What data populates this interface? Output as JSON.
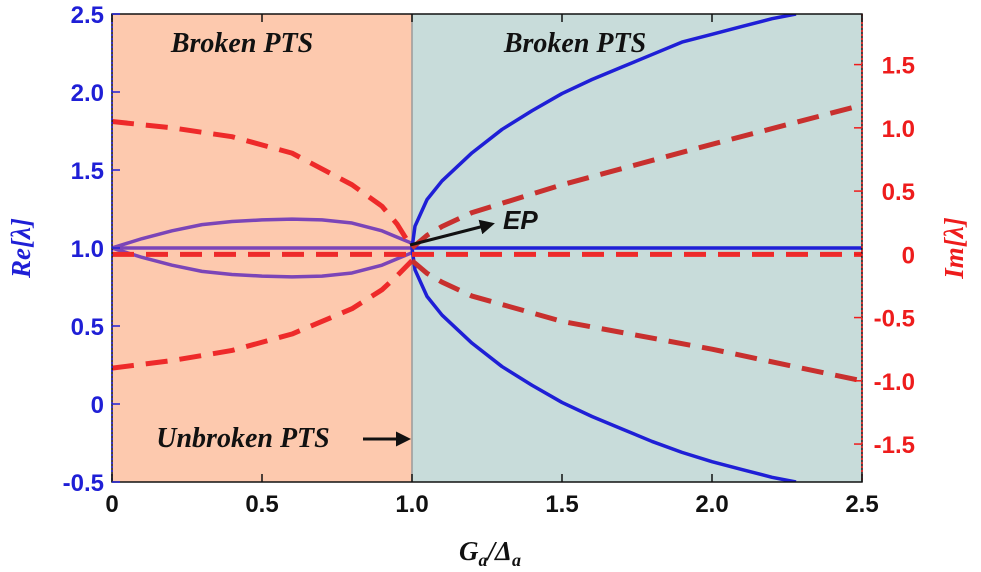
{
  "chart_data": {
    "type": "line",
    "x_label_main": "G",
    "x_label_sub1": "a",
    "x_label_slash": "/Δ",
    "x_label_sub2": "a",
    "y_left_label": "Re[λ]",
    "y_right_label": "Im[λ]",
    "xlim": [
      0,
      2.5
    ],
    "y_left_lim": [
      -0.5,
      2.5
    ],
    "y_right_lim": [
      -1.8,
      1.9
    ],
    "x_ticks": [
      "0",
      "0.5",
      "1.0",
      "1.5",
      "2.0",
      "2.5"
    ],
    "y_left_ticks": [
      "-0.5",
      "0",
      "0.5",
      "1.0",
      "1.5",
      "2.0",
      "2.5"
    ],
    "y_right_ticks": [
      "-1.5",
      "-1.0",
      "-0.5",
      "0",
      "0.5",
      "1.0",
      "1.5"
    ],
    "regions": [
      {
        "x_from": 0,
        "x_to": 1.0,
        "color": "#fdc9ae"
      },
      {
        "x_from": 1.0,
        "x_to": 2.5,
        "color": "#c8dcda"
      }
    ],
    "annotations": {
      "left_region_title": "Broken PTS",
      "right_region_title": "Broken PTS",
      "unbroken": "Unbroken PTS",
      "ep": "EP"
    },
    "series": [
      {
        "id": "re_upper_purple",
        "axis": "left",
        "style": "solid",
        "color": "#7b45b8",
        "x": [
          0,
          0.1,
          0.2,
          0.3,
          0.4,
          0.5,
          0.6,
          0.7,
          0.8,
          0.9,
          0.95,
          1.0
        ],
        "y": [
          1.0,
          1.06,
          1.11,
          1.15,
          1.17,
          1.18,
          1.185,
          1.18,
          1.16,
          1.11,
          1.07,
          1.03
        ]
      },
      {
        "id": "re_lower_purple",
        "axis": "left",
        "style": "solid",
        "color": "#7b45b8",
        "x": [
          0,
          0.1,
          0.2,
          0.3,
          0.4,
          0.5,
          0.6,
          0.7,
          0.8,
          0.9,
          0.95,
          1.0
        ],
        "y": [
          1.0,
          0.94,
          0.89,
          0.85,
          0.83,
          0.82,
          0.815,
          0.82,
          0.84,
          0.89,
          0.93,
          0.97
        ]
      },
      {
        "id": "re_center_left",
        "axis": "left",
        "style": "solid",
        "color": "#7b45b8",
        "x": [
          0,
          1.0
        ],
        "y": [
          1.0,
          1.0
        ]
      },
      {
        "id": "re_upper_blue",
        "axis": "left",
        "style": "solid",
        "color": "#1f1fd6",
        "x": [
          1.0,
          1.01,
          1.05,
          1.1,
          1.2,
          1.3,
          1.4,
          1.5,
          1.6,
          1.7,
          1.8,
          1.9,
          2.0,
          2.1,
          2.2,
          2.28
        ],
        "y": [
          1.0,
          1.14,
          1.31,
          1.43,
          1.61,
          1.76,
          1.88,
          1.99,
          2.08,
          2.16,
          2.24,
          2.32,
          2.37,
          2.42,
          2.47,
          2.5
        ]
      },
      {
        "id": "re_lower_blue",
        "axis": "left",
        "style": "solid",
        "color": "#1f1fd6",
        "x": [
          1.0,
          1.01,
          1.05,
          1.1,
          1.2,
          1.3,
          1.4,
          1.5,
          1.6,
          1.7,
          1.8,
          1.9,
          2.0,
          2.1,
          2.2,
          2.28
        ],
        "y": [
          1.0,
          0.86,
          0.69,
          0.57,
          0.39,
          0.24,
          0.12,
          0.01,
          -0.08,
          -0.16,
          -0.24,
          -0.31,
          -0.37,
          -0.42,
          -0.47,
          -0.5
        ]
      },
      {
        "id": "re_center_right",
        "axis": "left",
        "style": "solid",
        "color": "#1f1fd6",
        "x": [
          1.0,
          2.5
        ],
        "y": [
          1.0,
          1.0
        ]
      },
      {
        "id": "im_upper_left",
        "axis": "right",
        "style": "dashed",
        "color": "#ee2a2a",
        "x": [
          0,
          0.2,
          0.4,
          0.6,
          0.8,
          0.9,
          0.95,
          1.0
        ],
        "y": [
          1.05,
          1.0,
          0.93,
          0.8,
          0.55,
          0.38,
          0.24,
          0.05
        ]
      },
      {
        "id": "im_lower_left",
        "axis": "right",
        "style": "dashed",
        "color": "#ee2a2a",
        "x": [
          0,
          0.2,
          0.4,
          0.6,
          0.8,
          0.9,
          0.95,
          1.0
        ],
        "y": [
          -0.9,
          -0.84,
          -0.76,
          -0.63,
          -0.43,
          -0.28,
          -0.17,
          -0.05
        ]
      },
      {
        "id": "im_zero_left",
        "axis": "right",
        "style": "dashed",
        "color": "#ee2a2a",
        "x": [
          0,
          1.0
        ],
        "y": [
          0,
          0
        ]
      },
      {
        "id": "im_upper_right",
        "axis": "right",
        "style": "dashed",
        "color": "#c8302e",
        "x": [
          1.0,
          1.05,
          1.1,
          1.2,
          1.5,
          2.0,
          2.5
        ],
        "y": [
          0.05,
          0.15,
          0.22,
          0.33,
          0.55,
          0.87,
          1.18
        ]
      },
      {
        "id": "im_lower_right",
        "axis": "right",
        "style": "dashed",
        "color": "#c8302e",
        "x": [
          1.0,
          1.05,
          1.1,
          1.2,
          1.5,
          2.0,
          2.5
        ],
        "y": [
          -0.05,
          -0.15,
          -0.22,
          -0.33,
          -0.53,
          -0.75,
          -1.0
        ]
      },
      {
        "id": "im_zero_right",
        "axis": "right",
        "style": "dashed",
        "color": "#ee2a2a",
        "x": [
          1.0,
          2.5
        ],
        "y": [
          0,
          0
        ]
      }
    ],
    "colors": {
      "left_axis": "#1f1fd6",
      "right_axis": "#ee1c1c",
      "frame": "#111111"
    }
  }
}
